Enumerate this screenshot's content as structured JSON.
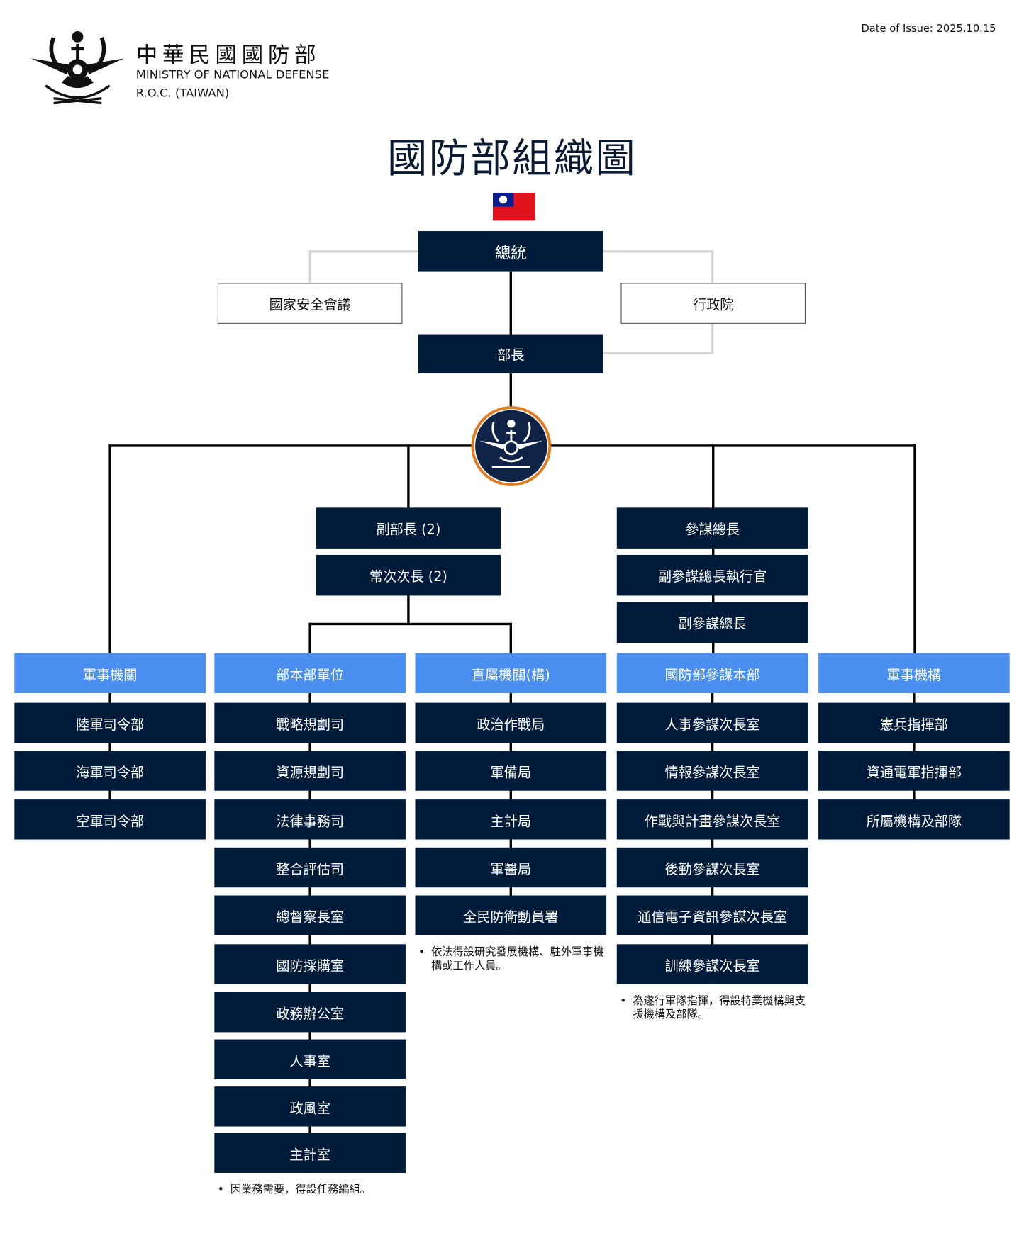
{
  "header": {
    "org_name_zh": "中華民國國防部",
    "org_name_en": "MINISTRY OF NATIONAL DEFENSE",
    "org_country": "R.O.C. (TAIWAN)",
    "date_of_issue": "Date of Issue: 2025.10.15"
  },
  "title": "國防部組織圖",
  "top": {
    "president": "總統",
    "nsc": "國家安全會議",
    "executive_yuan": "行政院",
    "minister": "部長"
  },
  "deputies": [
    "副部長 (2)",
    "常次次長 (2)"
  ],
  "chief_of_staff": [
    "參謀總長",
    "副參謀總長執行官",
    "副參謀總長"
  ],
  "columns": [
    {
      "header": "軍事機關",
      "items": [
        "陸軍司令部",
        "海軍司令部",
        "空軍司令部"
      ],
      "note": ""
    },
    {
      "header": "部本部單位",
      "items": [
        "戰略規劃司",
        "資源規劃司",
        "法律事務司",
        "整合評估司",
        "總督察長室",
        "國防採購室",
        "政務辦公室",
        "人事室",
        "政風室",
        "主計室"
      ],
      "note": "因業務需要，得設任務編組。"
    },
    {
      "header": "直屬機關(構)",
      "items": [
        "政治作戰局",
        "軍備局",
        "主計局",
        "軍醫局",
        "全民防衛動員署"
      ],
      "note": "依法得設研究發展機構、駐外軍事機構或工作人員。"
    },
    {
      "header": "國防部參謀本部",
      "items": [
        "人事參謀次長室",
        "情報參謀次長室",
        "作戰與計畫參謀次長室",
        "後勤參謀次長室",
        "通信電子資訊參謀次長室",
        "訓練參謀次長室"
      ],
      "note": "為遂行軍隊指揮，得設特業機構與支援機構及部隊。"
    },
    {
      "header": "軍事機構",
      "items": [
        "憲兵指揮部",
        "資通電軍指揮部",
        "所屬機構及部隊"
      ],
      "note": ""
    }
  ],
  "colors": {
    "navy": "#011c3b",
    "header_blue": "#4a8ff0",
    "emblem_ring": "#e07b1f"
  }
}
